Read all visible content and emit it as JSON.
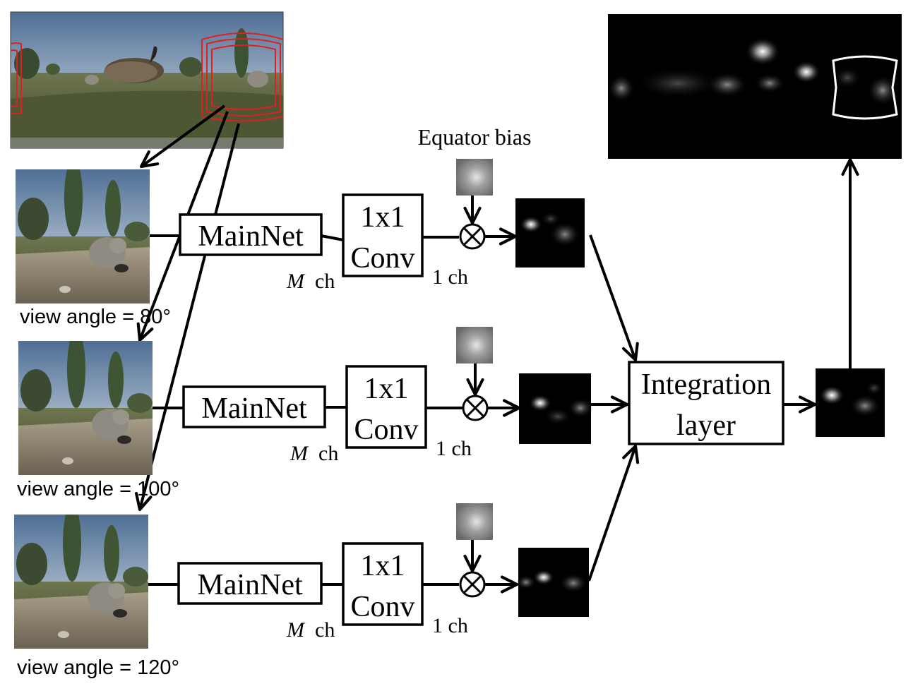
{
  "diagram": {
    "equator_bias_label": "Equator bias",
    "integration_label_line1": "Integration",
    "integration_label_line2": "layer",
    "branches": [
      {
        "view_label": "view angle = 80°",
        "mainnet_label": "MainNet",
        "conv_label_line1": "1x1",
        "conv_label_line2": "Conv",
        "m_label": "M",
        "m_ch_label": "ch",
        "one_ch_label": "1 ch"
      },
      {
        "view_label": "view angle = 100°",
        "mainnet_label": "MainNet",
        "conv_label_line1": "1x1",
        "conv_label_line2": "Conv",
        "m_label": "M",
        "m_ch_label": "ch",
        "one_ch_label": "1 ch"
      },
      {
        "view_label": "view angle = 120°",
        "mainnet_label": "MainNet",
        "conv_label_line1": "1x1",
        "conv_label_line2": "Conv",
        "m_label": "M",
        "m_ch_label": "ch",
        "one_ch_label": "1 ch"
      }
    ],
    "colors": {
      "lines": "#000000",
      "view_rings": "#e02020",
      "output_frame": "#ffffff",
      "saliency_bg": "#000000"
    }
  }
}
